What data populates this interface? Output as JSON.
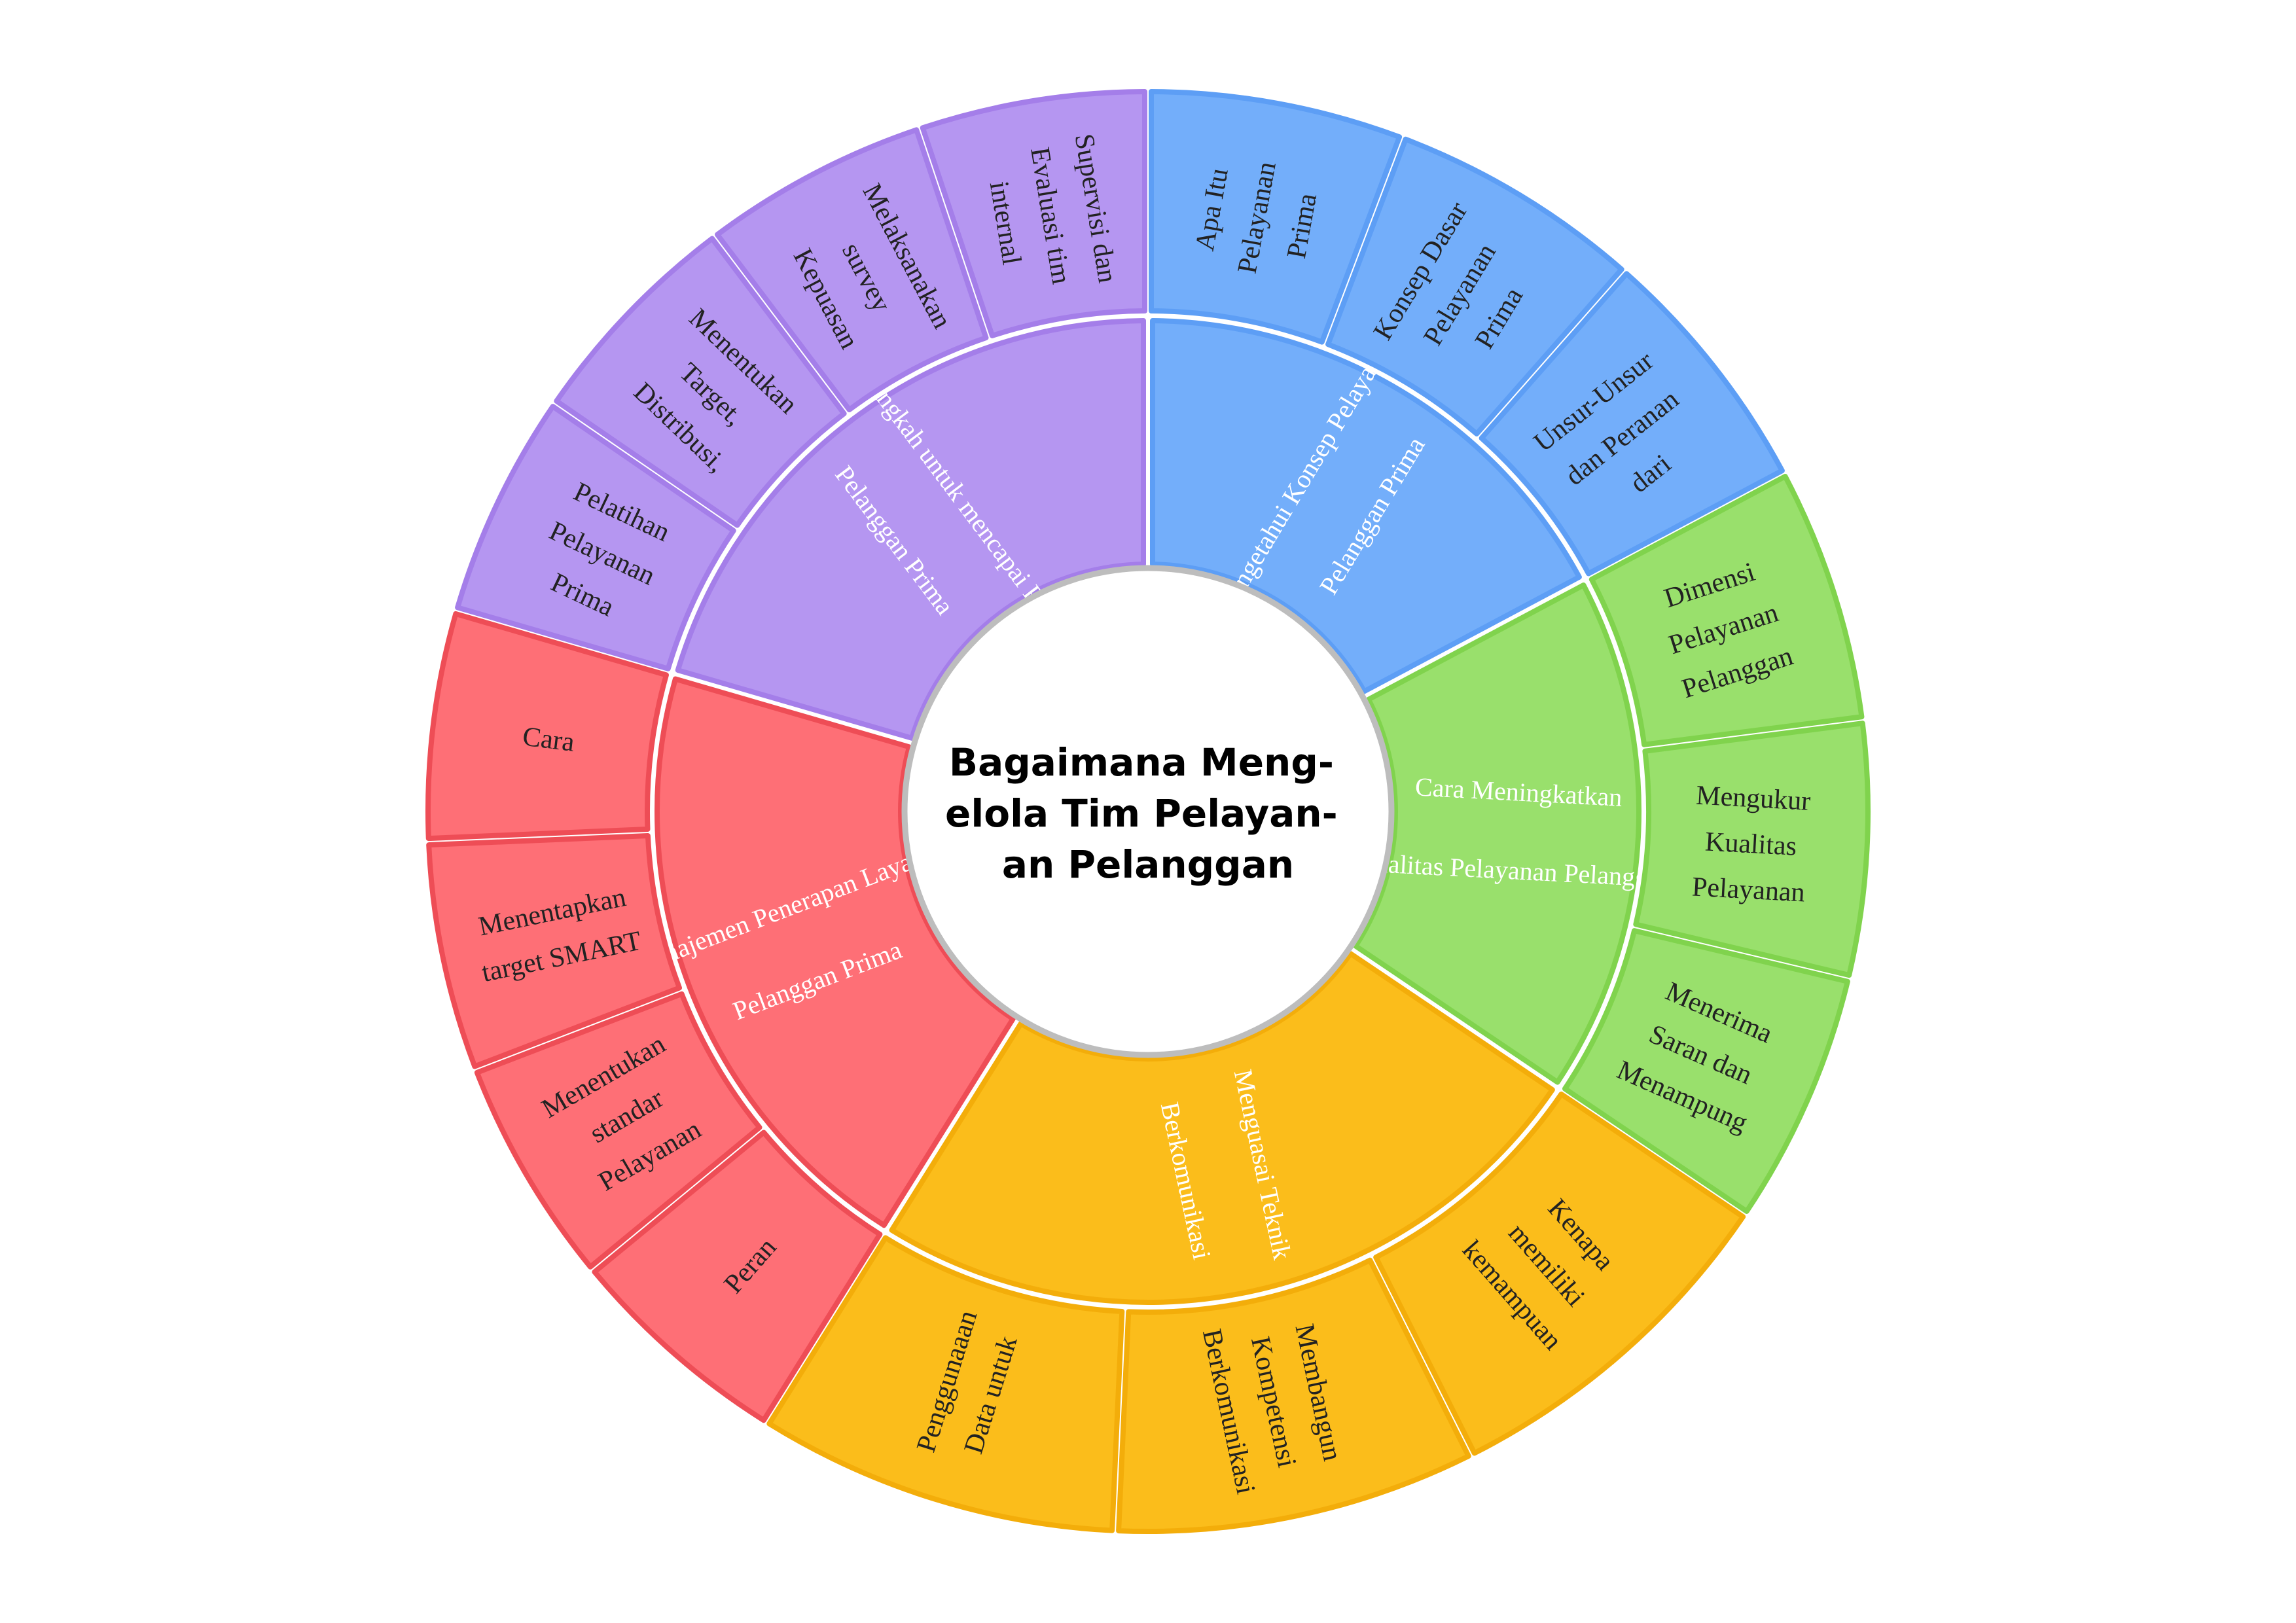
{
  "center": {
    "title_lines": [
      "Bagaimana Meng-",
      "elola Tim Pelayan-",
      "an Pelanggan"
    ]
  },
  "colors": {
    "purple": {
      "fill": "#b596f1",
      "stroke": "#a47ee9"
    },
    "blue": {
      "fill": "#73aefa",
      "stroke": "#5d9ef5"
    },
    "green": {
      "fill": "#99e06c",
      "stroke": "#80d34d"
    },
    "yellow": {
      "fill": "#fbbd1b",
      "stroke": "#f3ad0a"
    },
    "red": {
      "fill": "#fe6f76",
      "stroke": "#ee4d56"
    }
  },
  "categories": [
    {
      "id": "empat-langkah",
      "color": "purple",
      "label_lines": [
        "Empat Langkah untuk mencapai Pelayanan",
        "Pelanggan Prima"
      ],
      "items": [
        {
          "label_lines": [
            "Pelatihan",
            "Pelayanan",
            "Prima"
          ]
        },
        {
          "label_lines": [
            "Menentukan",
            "Target,",
            "Distribusi,"
          ]
        },
        {
          "label_lines": [
            "Melaksanakan",
            "survey",
            "Kepuasan"
          ]
        },
        {
          "label_lines": [
            "Supervisi dan",
            "Evaluasi tim",
            "internal"
          ]
        }
      ]
    },
    {
      "id": "konsep",
      "color": "blue",
      "label_lines": [
        "Mengetahui Konsep Pelayanan",
        "Pelanggan Prima"
      ],
      "items": [
        {
          "label_lines": [
            "Apa Itu",
            "Pelayanan",
            "Prima"
          ]
        },
        {
          "label_lines": [
            "Konsep Dasar",
            "Pelayanan",
            "Prima"
          ]
        },
        {
          "label_lines": [
            "Unsur-Unsur",
            "dan Peranan",
            "dari"
          ]
        }
      ]
    },
    {
      "id": "kualitas",
      "color": "green",
      "label_lines": [
        "Cara Meningkatkan",
        "Kualitas Pelayanan Pelanggan"
      ],
      "items": [
        {
          "label_lines": [
            "Dimensi",
            "Pelayanan",
            "Pelanggan"
          ]
        },
        {
          "label_lines": [
            "Mengukur",
            "Kualitas",
            "Pelayanan"
          ]
        },
        {
          "label_lines": [
            "Menerima",
            "Saran dan",
            "Menampung"
          ]
        }
      ]
    },
    {
      "id": "komunikasi",
      "color": "yellow",
      "label_lines": [
        "Menguasai Teknik",
        "Berkomunikasi"
      ],
      "items": [
        {
          "label_lines": [
            "Kenapa",
            "memiliki",
            "kemampuan"
          ]
        },
        {
          "label_lines": [
            "Membangun",
            "Kompetensi",
            "Berkomunikasi"
          ]
        },
        {
          "label_lines": [
            "Penggunaaan",
            "Data untuk"
          ]
        }
      ]
    },
    {
      "id": "manajemen",
      "color": "red",
      "label_lines": [
        "Manajemen Penerapan Layanan",
        "Pelanggan Prima"
      ],
      "items": [
        {
          "label_lines": [
            "Peran"
          ]
        },
        {
          "label_lines": [
            "Menentukan",
            "standar",
            "Pelayanan"
          ]
        },
        {
          "label_lines": [
            "Menentapkan",
            "target SMART"
          ]
        },
        {
          "label_lines": [
            "Cara"
          ]
        }
      ]
    }
  ]
}
